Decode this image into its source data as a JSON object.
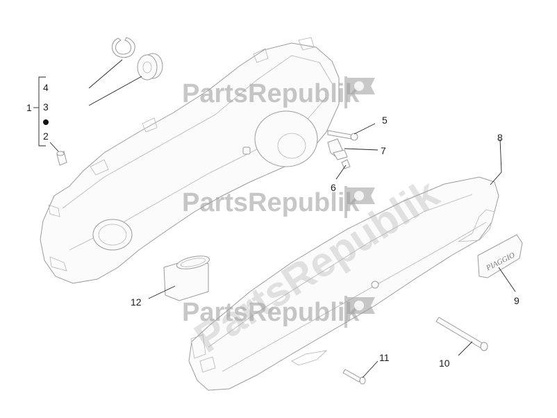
{
  "callouts": {
    "c1": "1",
    "c2": "2",
    "c3": "3",
    "c4": "4",
    "c5": "5",
    "c6": "6",
    "c7": "7",
    "c8": "8",
    "c9": "9",
    "c10": "10",
    "c11": "11",
    "c12": "12"
  },
  "watermark": {
    "brand": "PartsRepublik"
  },
  "emblem_text": "PIAGGIO"
}
